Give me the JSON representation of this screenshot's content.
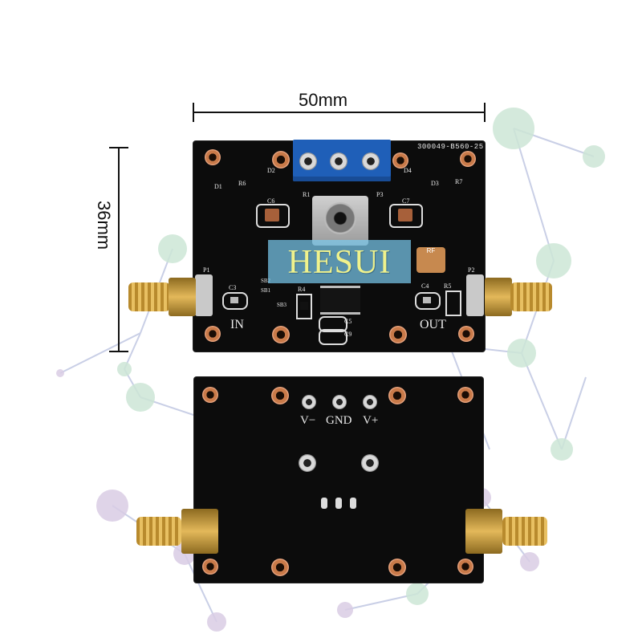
{
  "dimensions": {
    "width_label": "50mm",
    "height_label": "36mm"
  },
  "watermark": {
    "text": "HESUI"
  },
  "front_board": {
    "part_number": "300049-B560-25",
    "in_label": "IN",
    "out_label": "OUT",
    "rf_logo_text": "RF",
    "refdes": [
      "D1",
      "R6",
      "D2",
      "D3",
      "R7",
      "D4",
      "C6",
      "C7",
      "R1",
      "P3",
      "P1",
      "P2",
      "C3",
      "C4",
      "R5",
      "SB2",
      "SB1",
      "SB3",
      "R4",
      "C5",
      "C9"
    ]
  },
  "back_board": {
    "v_minus_label": "V−",
    "gnd_label": "GND",
    "v_plus_label": "V+"
  },
  "colors": {
    "pcb": "#0c0c0c",
    "terminal_block": "#1f5fb8",
    "gold": "#d4a640",
    "watermark_banner": "#78c8eb"
  }
}
